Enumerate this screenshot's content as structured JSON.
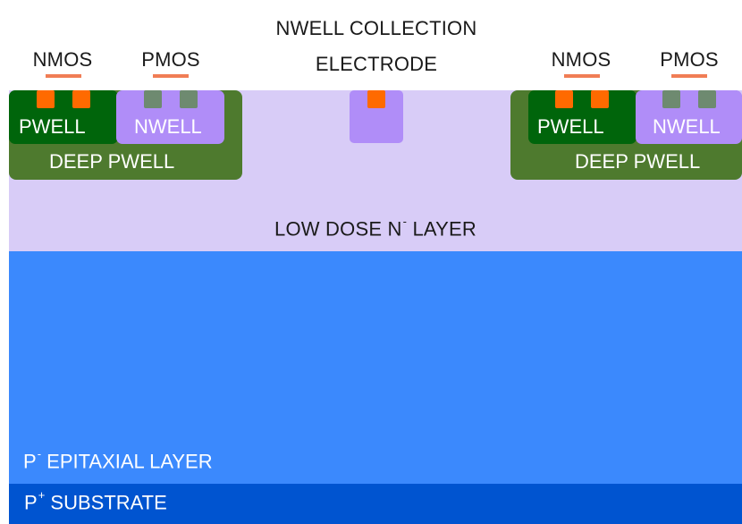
{
  "labels": {
    "nmos": "NMOS",
    "pmos": "PMOS",
    "collection_line1": "NWELL COLLECTION",
    "collection_line2": "ELECTRODE",
    "pwell": "PWELL",
    "nwell": "NWELL",
    "deep_pwell": "DEEP PWELL",
    "low_dose_prefix": "LOW DOSE N",
    "low_dose_sup": "-",
    "low_dose_suffix": "LAYER",
    "epi_prefix": "P",
    "epi_sup": "-",
    "epi_suffix": "EPITAXIAL LAYER",
    "substrate_prefix": "P",
    "substrate_sup": "+",
    "substrate_suffix": "SUBSTRATE"
  },
  "colors": {
    "low_dose_layer": "#d8ccf7",
    "epitaxial_layer": "#3b89fd",
    "substrate": "#0054d0",
    "deep_pwell": "#4e7a2e",
    "pwell": "#00650b",
    "nwell": "#b08df8",
    "n_contact": "#ff6a00",
    "p_contact": "#6e8a70",
    "transistor_underline": "#f07d55"
  }
}
